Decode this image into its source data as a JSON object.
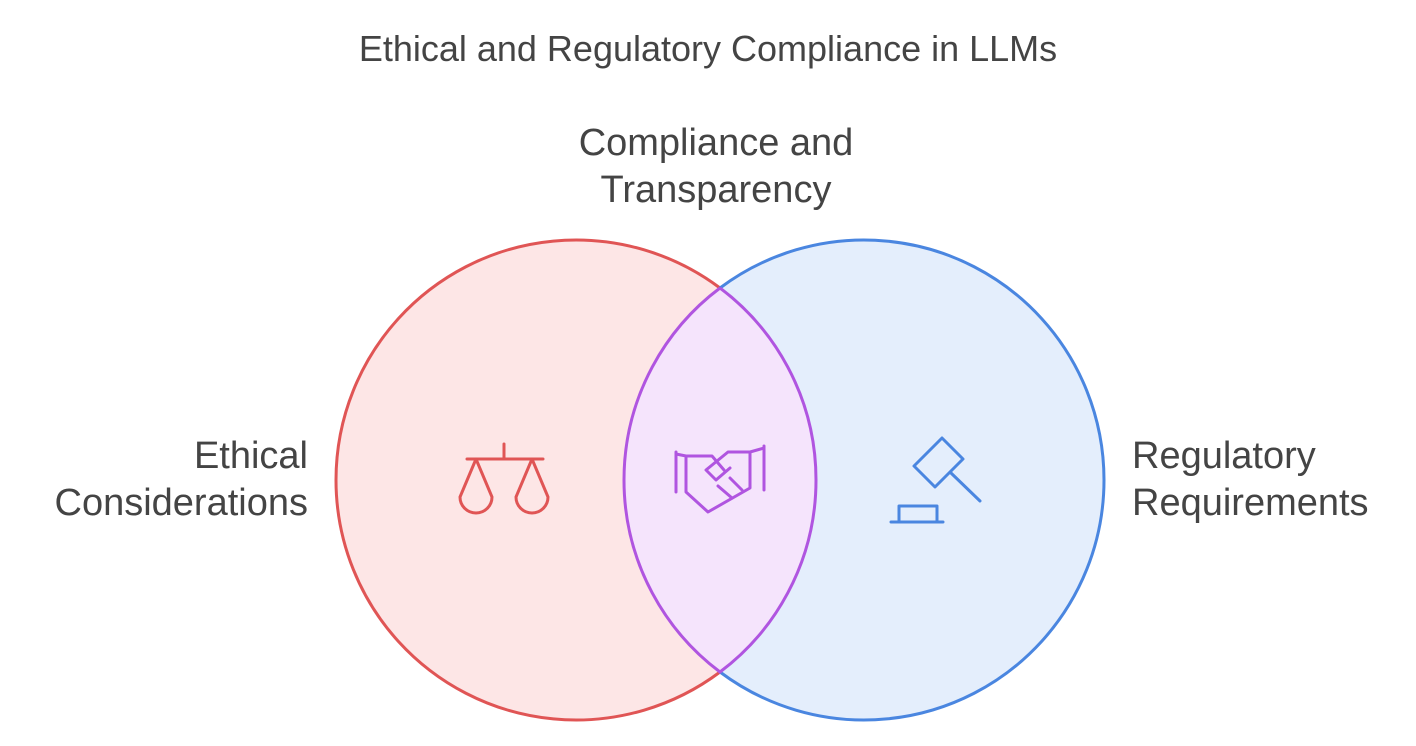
{
  "title": "Ethical and Regulatory Compliance in LLMs",
  "sets": {
    "left": {
      "line1": "Ethical",
      "line2": "Considerations",
      "icon": "scales-icon",
      "stroke": "#e05555",
      "fill": "#fde6e6"
    },
    "right": {
      "line1": "Regulatory",
      "line2": "Requirements",
      "icon": "gavel-icon",
      "stroke": "#4a86e0",
      "fill": "#e4eefc"
    },
    "overlap": {
      "line1": "Compliance and",
      "line2": "Transparency",
      "icon": "handshake-icon",
      "stroke": "#b055e0",
      "fill": "#f5e4fc"
    }
  }
}
